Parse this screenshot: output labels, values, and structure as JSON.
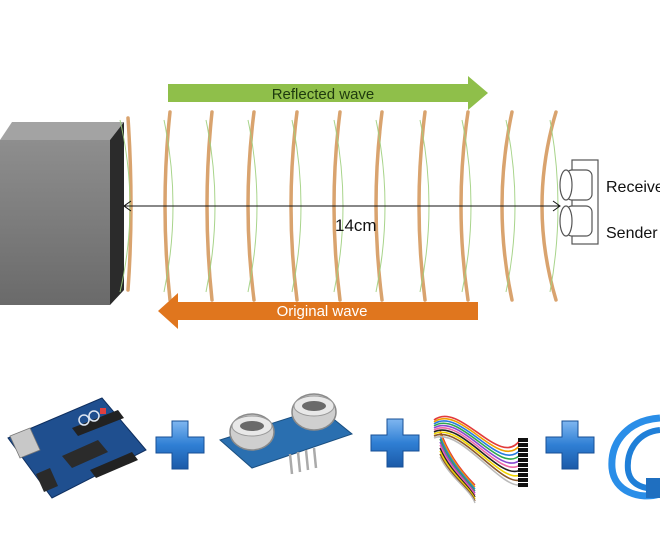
{
  "diagram": {
    "reflected_label": "Reflected wave",
    "original_label": "Original wave",
    "distance_label": "14cm",
    "receiver_label": "Receiver",
    "sender_label": "Sender"
  },
  "colors": {
    "reflected_arrow": "#8fbf4a",
    "original_arrow": "#e0761e",
    "wave_thick": "#d9a36e",
    "wave_thin": "#9fcf7e",
    "plus": "#2a73c8",
    "cable": "#2a8ee8",
    "board": "#1f4f8f"
  },
  "icons": {
    "obstacle": "obstacle-box-icon",
    "sensor": "ultrasonic-sensor-icon",
    "arduino": "arduino-board-icon",
    "wires": "jumper-wires-icon",
    "cable": "usb-cable-icon",
    "plus": "plus-icon"
  }
}
